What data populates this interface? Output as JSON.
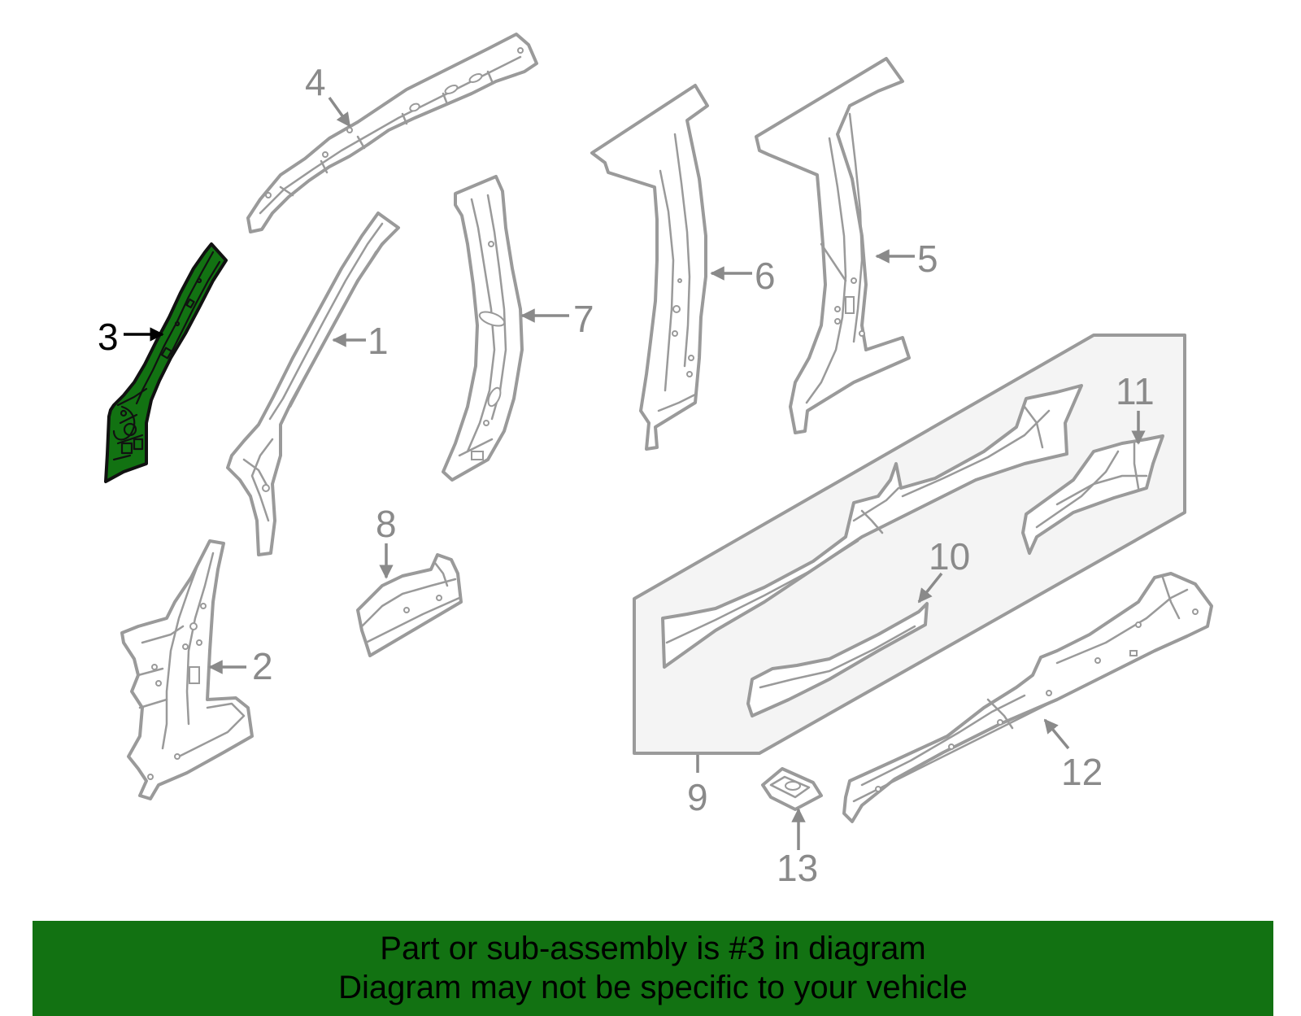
{
  "colors": {
    "highlight_fill": "#127212",
    "part_stroke": "#9a9a9a",
    "label_gray": "#8a8a8a",
    "kit_fill": "#f4f4f4",
    "banner_fill": "#127212"
  },
  "callouts": [
    {
      "id": "1",
      "label": "1"
    },
    {
      "id": "2",
      "label": "2"
    },
    {
      "id": "3",
      "label": "3"
    },
    {
      "id": "4",
      "label": "4"
    },
    {
      "id": "5",
      "label": "5"
    },
    {
      "id": "6",
      "label": "6"
    },
    {
      "id": "7",
      "label": "7"
    },
    {
      "id": "8",
      "label": "8"
    },
    {
      "id": "9",
      "label": "9"
    },
    {
      "id": "10",
      "label": "10"
    },
    {
      "id": "11",
      "label": "11"
    },
    {
      "id": "12",
      "label": "12"
    },
    {
      "id": "13",
      "label": "13"
    }
  ],
  "highlighted_part": "3",
  "banner": {
    "line1": "Part or sub-assembly is #3 in diagram",
    "line2": "Diagram may not be specific to your vehicle"
  }
}
